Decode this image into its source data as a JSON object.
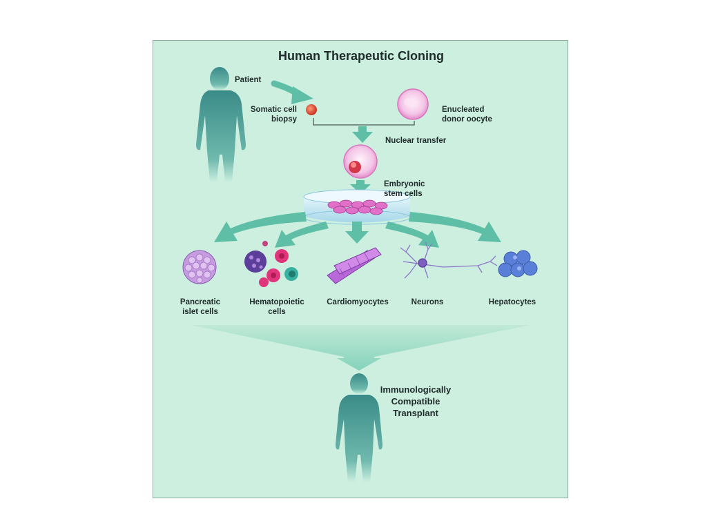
{
  "title": "Human Therapeutic Cloning",
  "labels": {
    "patient": "Patient",
    "somatic_cell": "Somatic cell",
    "biopsy": "biopsy",
    "enucleated": "Enucleated",
    "donor_oocyte": "donor oocyte",
    "nuclear_transfer": "Nuclear transfer",
    "embryonic": "Embryonic",
    "stem_cells": "stem cells",
    "transplant_line1": "Immunologically",
    "transplant_line2": "Compatible",
    "transplant_line3": "Transplant"
  },
  "cell_types": [
    {
      "line1": "Pancreatic",
      "line2": "islet cells"
    },
    {
      "line1": "Hematopoietic",
      "line2": "cells"
    },
    {
      "line1": "Cardiomyocytes",
      "line2": ""
    },
    {
      "line1": "Neurons",
      "line2": ""
    },
    {
      "line1": "Hepatocytes",
      "line2": ""
    }
  ],
  "colors": {
    "background": "#ccefe0",
    "arrow": "#5fbfa6",
    "figure": "#3c8d8a",
    "cell_pink": "#e070c8",
    "cell_purple": "#a05cc0",
    "hepatocyte_blue": "#5a7fd8"
  }
}
